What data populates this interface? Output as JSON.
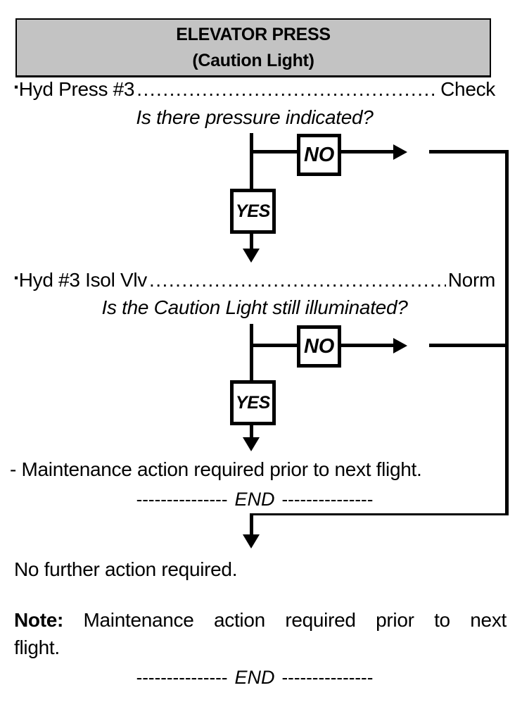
{
  "header": {
    "line1": "ELEVATOR PRESS",
    "line2": "(Caution Light)"
  },
  "steps": [
    {
      "bullet": "▪",
      "label": "Hyd Press #3",
      "leader": "......................................................................................................",
      "value": "Check",
      "question": "Is there pressure indicated?"
    },
    {
      "bullet": "▪",
      "label": "Hyd #3 Isol Vlv",
      "leader": "......................................................................................................",
      "value": "Norm",
      "question": "Is the Caution Light still illuminated?"
    }
  ],
  "flow": {
    "no_label": "NO",
    "yes_label": "YES"
  },
  "results": {
    "maintenance": "- Maintenance action required prior to next flight.",
    "no_further": "No further action required.",
    "note_label": "Note:",
    "note_line1": "Maintenance action required prior to next",
    "note_line2": "flight.",
    "end_dashes": "---------------",
    "end_word": "END"
  },
  "colors": {
    "header_bg": "#c3c3c3",
    "line": "#000000",
    "text": "#000000"
  }
}
